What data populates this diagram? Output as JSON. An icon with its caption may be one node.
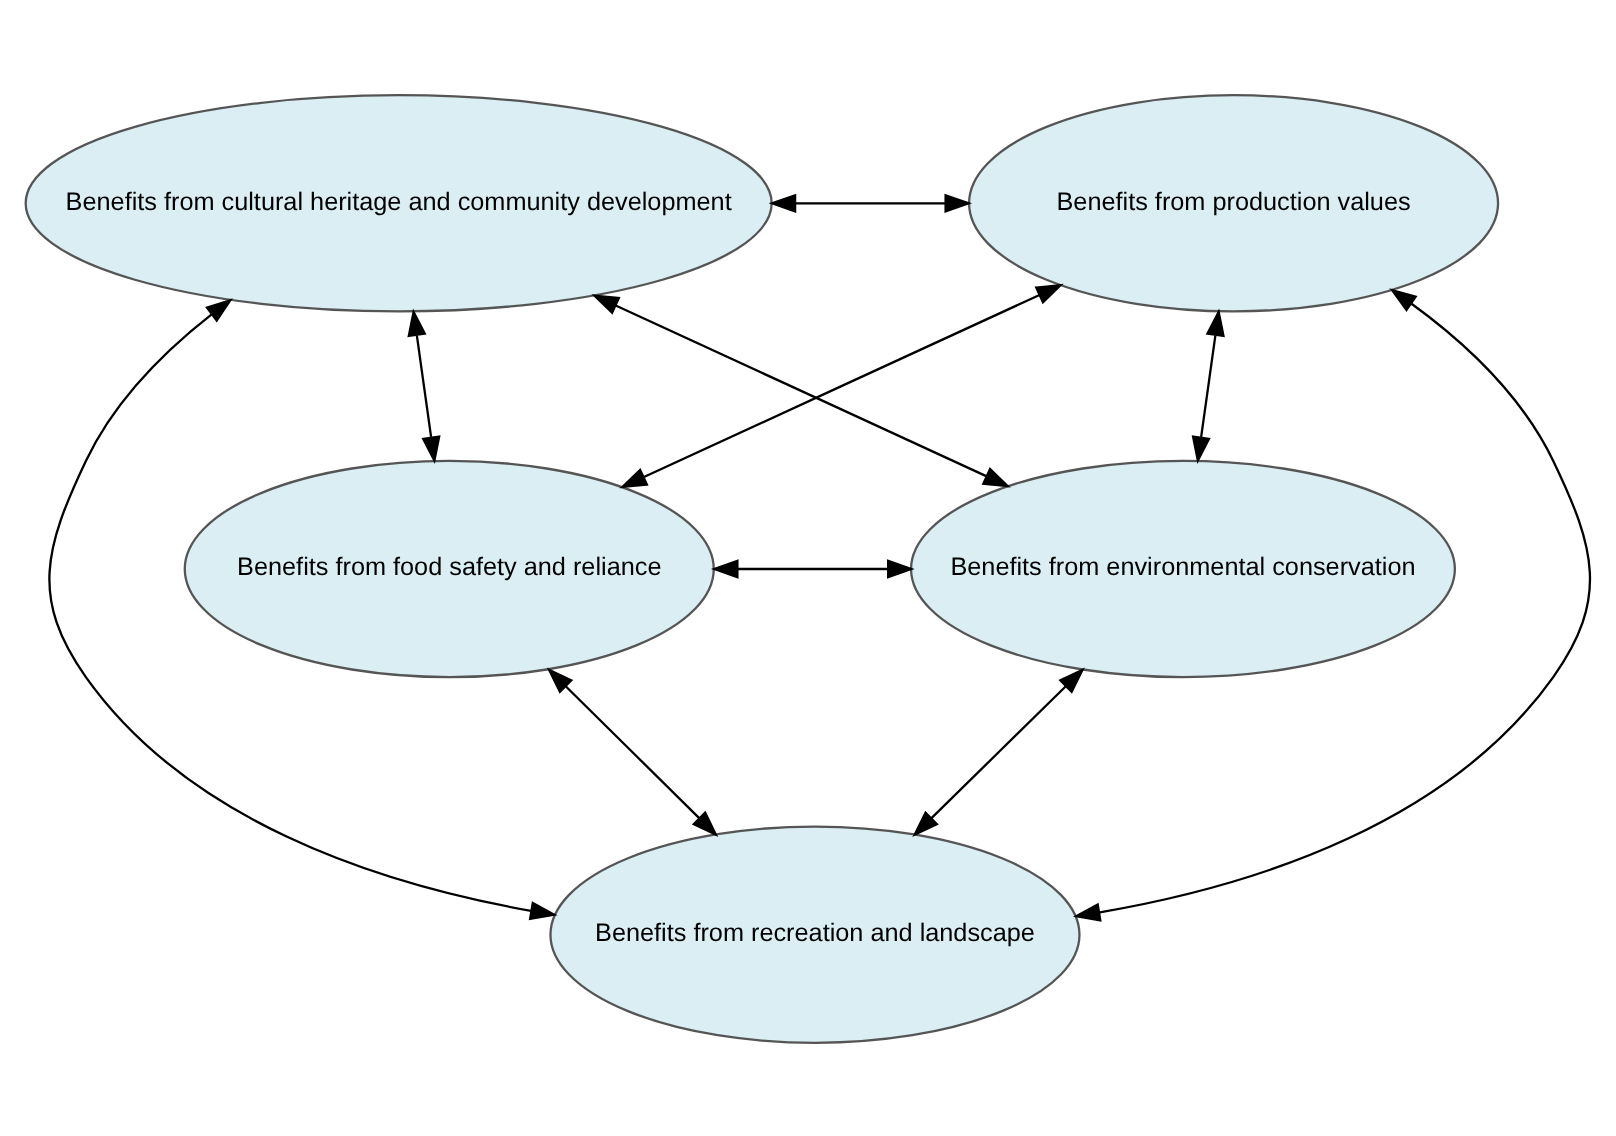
{
  "diagram": {
    "nodes": [
      {
        "text": [
          "Benefits from cultural heritage and community development"
        ]
      },
      {
        "text": [
          "Benefits from production values"
        ]
      },
      {
        "text": [
          "Benefits from food safety and reliance"
        ]
      },
      {
        "text": [
          "Benefits from environmental conservation"
        ]
      },
      {
        "text": [
          "Benefits from recreation and landscape"
        ]
      }
    ],
    "edges": [
      {
        "from": 0,
        "to": 1,
        "arrow": "both"
      },
      {
        "from": 0,
        "to": 2,
        "arrow": "both"
      },
      {
        "from": 1,
        "to": 2,
        "arrow": "both"
      },
      {
        "from": 0,
        "to": 4,
        "arrow": "both"
      },
      {
        "from": 0,
        "to": 3,
        "arrow": "both"
      },
      {
        "from": 1,
        "to": 4,
        "arrow": "both"
      },
      {
        "from": 1,
        "to": 3,
        "arrow": "both"
      },
      {
        "from": 2,
        "to": 3,
        "arrow": "both"
      },
      {
        "from": 2,
        "to": 4,
        "arrow": "both"
      },
      {
        "from": 3,
        "to": 4,
        "arrow": "both"
      }
    ]
  }
}
